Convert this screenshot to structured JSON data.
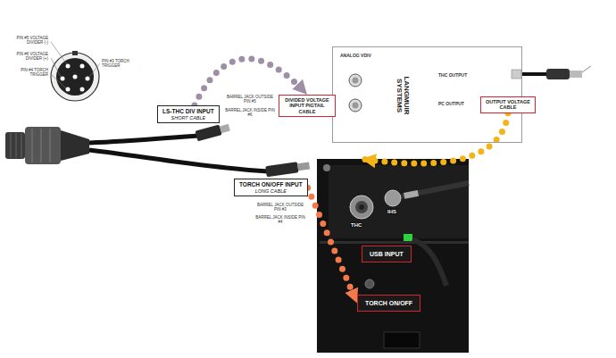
{
  "diagram": {
    "nodes": [
      {
        "text": [
          "LS-THC DIV INPUT",
          "SHORT CABLE"
        ]
      },
      {
        "text": [
          "TORCH ON/OFF INPUT",
          "LONG CABLE"
        ]
      },
      {
        "text": [
          "ANALOG VDIV",
          "THC OUTPUT",
          "PC OUTPUT",
          "LANGMUIR SYSTEMS"
        ]
      },
      {
        "text": [
          "DIVIDED VOLTAGE INPUT PIGTAIL CABLE"
        ]
      },
      {
        "text": [
          "OUTPUT VOLTAGE CABLE"
        ]
      },
      {
        "text": [
          "THC",
          "IHS"
        ]
      },
      {
        "text": [
          "USB INPUT"
        ],
        "in": 5
      },
      {
        "text": [
          "TORCH ON/OFF"
        ],
        "in": 5
      }
    ],
    "edges": [
      {
        "from": 0,
        "to": 3,
        "arrow": "to"
      },
      {
        "from": 4,
        "to": 5,
        "arrow": "to"
      },
      {
        "from": 1,
        "to": 7,
        "arrow": "to"
      }
    ],
    "labels": [
      "PIN #5 VOLTAGE DIVIDER (-)",
      "PIN #6 VOLTAGE DIVIDER (+)",
      "PIN #4 TORCH TRIGGER",
      "PIN #3 TORCH TRIGGER",
      "BARREL JACK OUTSIDE PIN #5",
      "BARREL JACK INSIDE PIN #6",
      "BARREL JACK OUTSIDE PIN #3",
      "BARREL JACK INSIDE PIN #4"
    ]
  }
}
